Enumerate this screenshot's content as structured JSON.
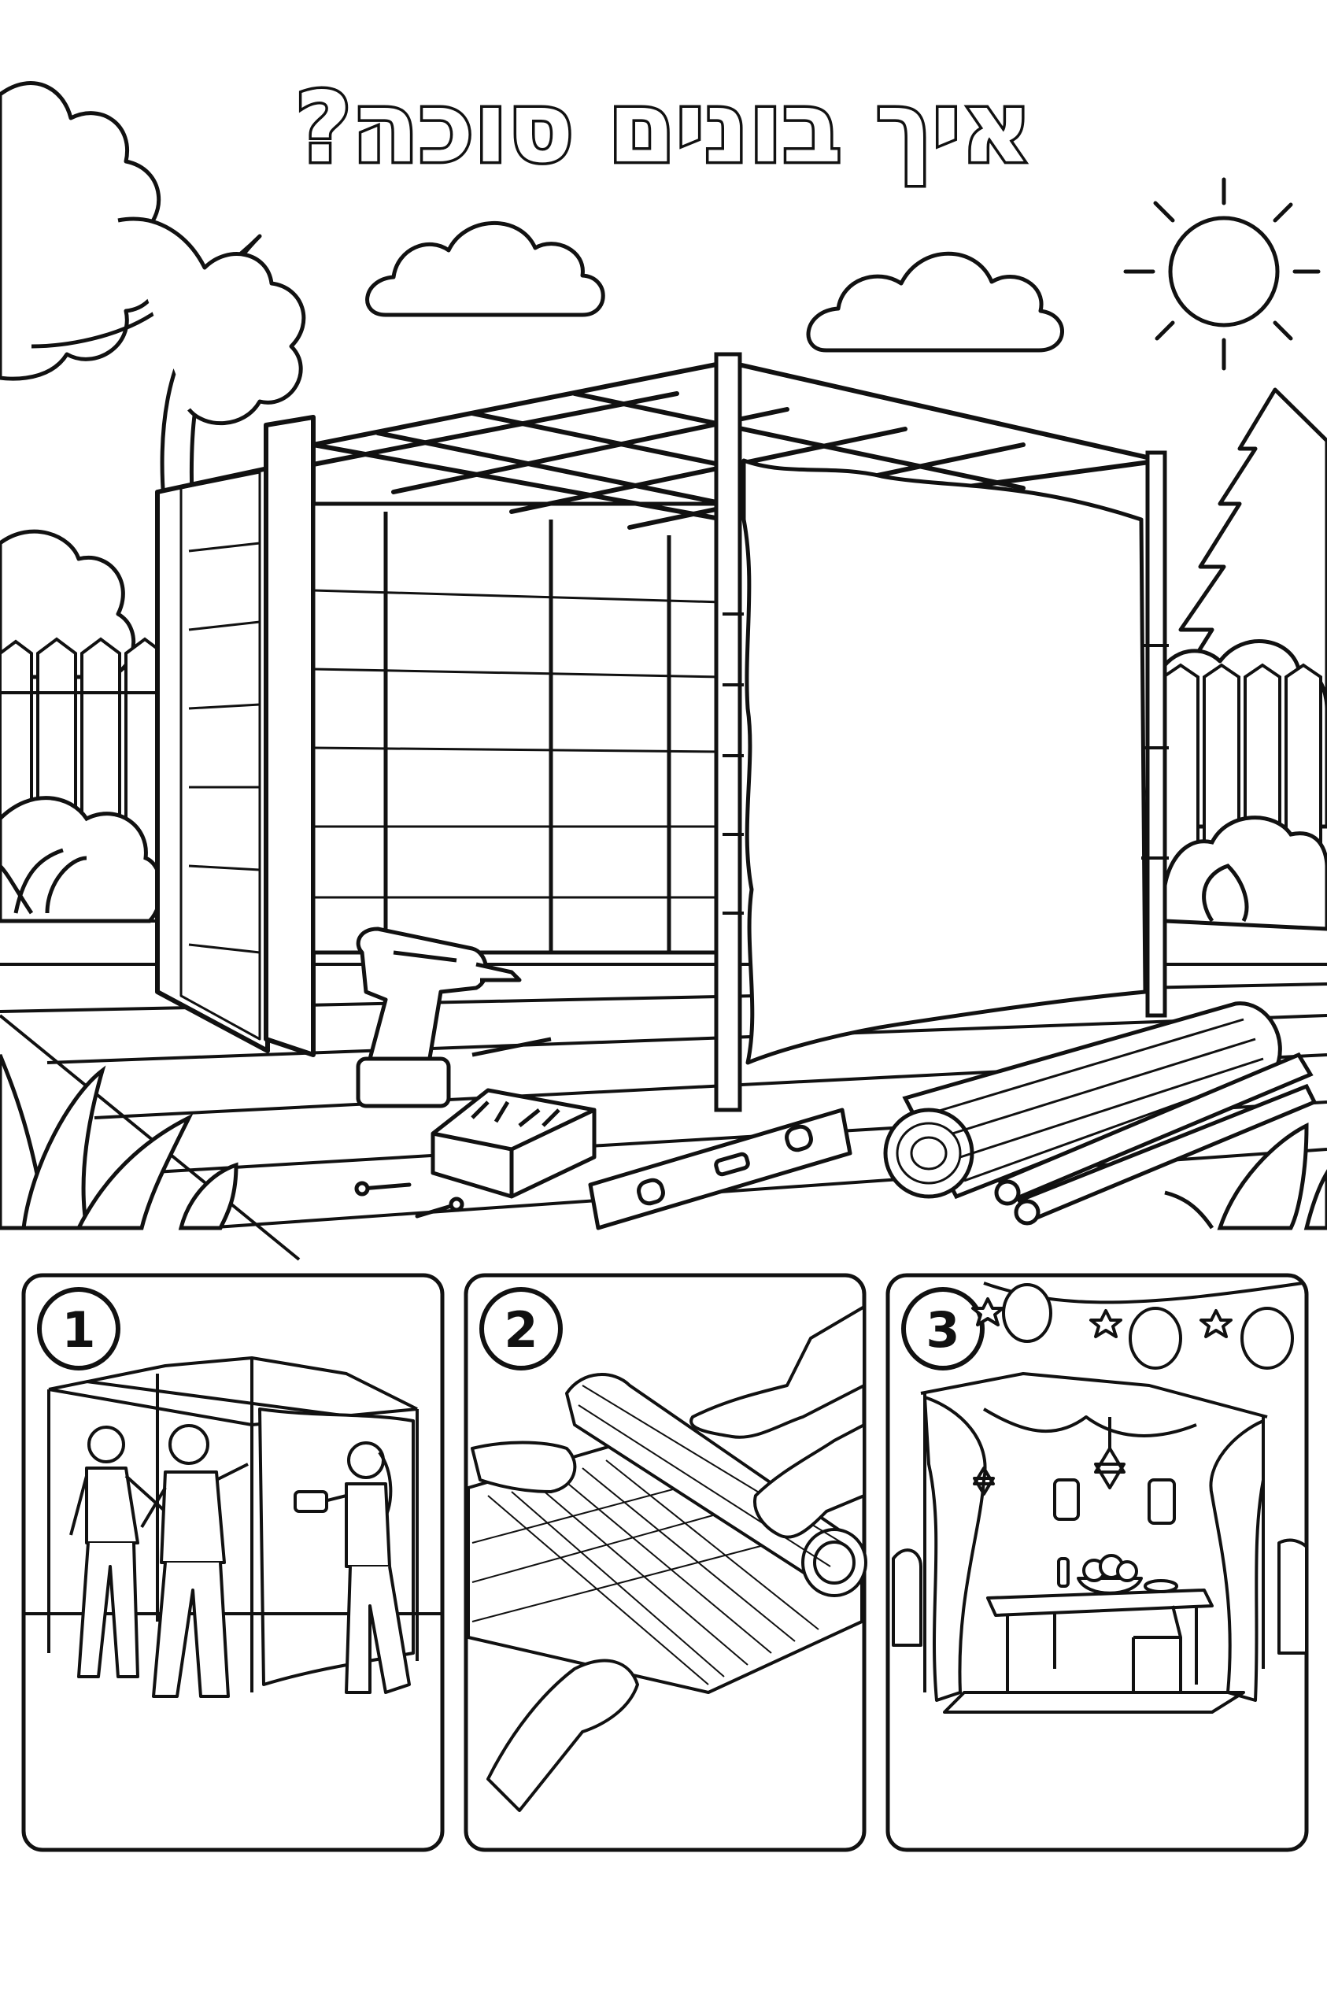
{
  "title": "איך בונים סוכה?",
  "steps": [
    {
      "number": "1",
      "icon": "people-assembling-frame-icon"
    },
    {
      "number": "2",
      "icon": "hands-rolling-schach-mat-icon"
    },
    {
      "number": "3",
      "icon": "decorated-sukkah-with-table-icon"
    }
  ],
  "colors": {
    "line": "#111111",
    "paper": "#ffffff"
  }
}
